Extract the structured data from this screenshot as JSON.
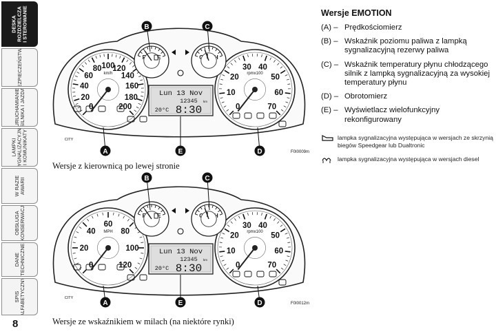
{
  "sidebar": {
    "tabs": [
      {
        "label": "DESKA\nROZDZIELCZA\nI STEROWANIE",
        "active": true
      },
      {
        "label": "BEZPIECZEŃSTWO",
        "active": false
      },
      {
        "label": "URUCHAMIANIE\nSILNIKA I JAZDA",
        "active": false
      },
      {
        "label": "LAMPKI\nSYGNALIZACYJNE\nI KOMUNIKATY",
        "active": false
      },
      {
        "label": "W RAZIE\nAWARII",
        "active": false
      },
      {
        "label": "OBSŁUGA\nI KONSERWACJA",
        "active": false
      },
      {
        "label": "DANE\nTECHNICZNE",
        "active": false
      },
      {
        "label": "SPIS\nALFABETYCZNY",
        "active": false
      }
    ],
    "page_number": "8"
  },
  "figures": {
    "top": {
      "caption": "Wersje z kierownicą po lewej stronie",
      "code": "F0I0009m",
      "speed_ticks": [
        "0",
        "20",
        "40",
        "60",
        "80",
        "100",
        "120",
        "140",
        "160",
        "180",
        "200"
      ],
      "speed_unit": "km/h",
      "rpm_ticks": [
        "0",
        "10",
        "20",
        "30",
        "40",
        "50",
        "60",
        "70"
      ],
      "rpm_unit": "rpmx100",
      "display_line1": "Lun 13 Nov",
      "display_line2": "12345",
      "display_unit": "km",
      "display_temp": "20°C",
      "display_time": "8:30",
      "callouts": [
        "A",
        "B",
        "C",
        "D",
        "E"
      ],
      "fuel_labels": [
        "F",
        "E"
      ],
      "temp_labels": [
        "C",
        "H"
      ]
    },
    "bottom": {
      "caption": "Wersje ze wskaźnikiem w milach (na niektóre rynki)",
      "code": "F0I0012m",
      "speed_ticks": [
        "0",
        "20",
        "40",
        "60",
        "80",
        "100",
        "120"
      ],
      "speed_unit": "MPH",
      "rpm_ticks": [
        "0",
        "10",
        "20",
        "30",
        "40",
        "50",
        "60",
        "70"
      ],
      "rpm_unit": "rpmx100",
      "display_line1": "Lun 13 Nov",
      "display_line2": "12345",
      "display_unit": "km",
      "display_temp": "20°C",
      "display_time": "8:30",
      "callouts": [
        "A",
        "B",
        "C",
        "D",
        "E"
      ],
      "fuel_labels": [
        "F",
        "E"
      ],
      "temp_labels": [
        "C",
        "H"
      ]
    }
  },
  "legend": {
    "title": "Wersje EMOTION",
    "items": [
      {
        "key": "(A) –",
        "text": "Prędkościomierz"
      },
      {
        "key": "(B) –",
        "text": "Wskaźnik poziomu paliwa z lampką sygnalizacyjną rezerwy paliwa"
      },
      {
        "key": "(C) –",
        "text": "Wskaźnik temperatury płynu chłodzącego silnik z lampką sygnalizacyjną za wysokiej temperatury płynu"
      },
      {
        "key": "(D) –",
        "text": "Obrotomierz"
      },
      {
        "key": "(E) –",
        "text": "Wyświetlacz wielofunkcyjny rekonfigurowany"
      }
    ],
    "notes": [
      {
        "icon": "speedgear-lamp-icon",
        "text": "lampka sygnalizacyjna występująca w wersjach ze skrzynią biegów Speedgear lub Dualtronic"
      },
      {
        "icon": "glow-plug-icon",
        "text": "lampka sygnalizacyjna występująca w wersjach diesel"
      }
    ]
  }
}
